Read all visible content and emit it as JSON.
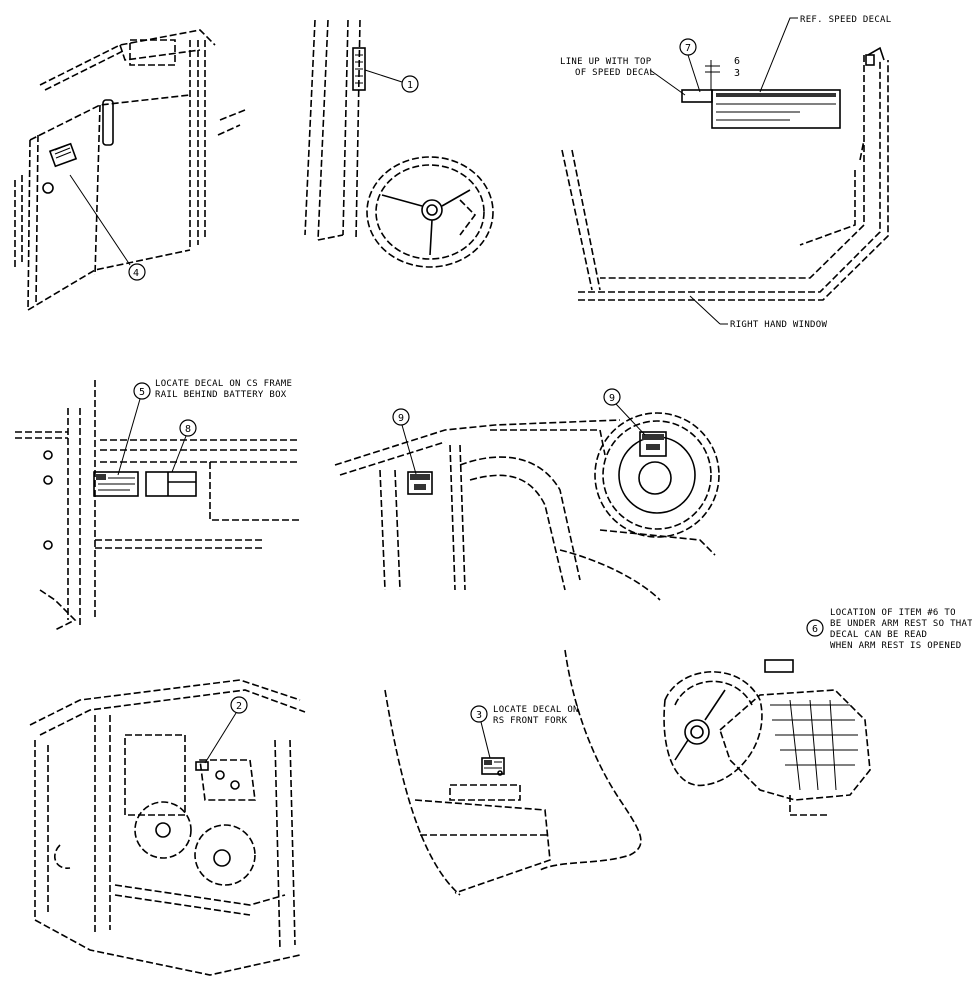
{
  "notes": {
    "ref_speed_decal": "REF. SPEED DECAL",
    "line_up_1": "LINE UP WITH TOP",
    "line_up_2": "OF SPEED DECAL",
    "dim_top": "6",
    "dim_bottom": "3",
    "right_hand_window": "RIGHT HAND WINDOW",
    "locate_cs_1": "LOCATE DECAL ON CS FRAME",
    "locate_cs_2": "RAIL BEHIND BATTERY BOX",
    "item6_1": "LOCATION OF ITEM #6 TO",
    "item6_2": "BE UNDER ARM REST SO THAT",
    "item6_3": "DECAL CAN BE READ",
    "item6_4": "WHEN ARM REST IS OPENED",
    "locate_rs_1": "LOCATE DECAL ON",
    "locate_rs_2": "RS FRONT FORK"
  },
  "balloons": {
    "b1": "1",
    "b2": "2",
    "b3": "3",
    "b4": "4",
    "b5": "5",
    "b6": "6",
    "b7": "7",
    "b8": "8",
    "b9a": "9",
    "b9b": "9"
  }
}
